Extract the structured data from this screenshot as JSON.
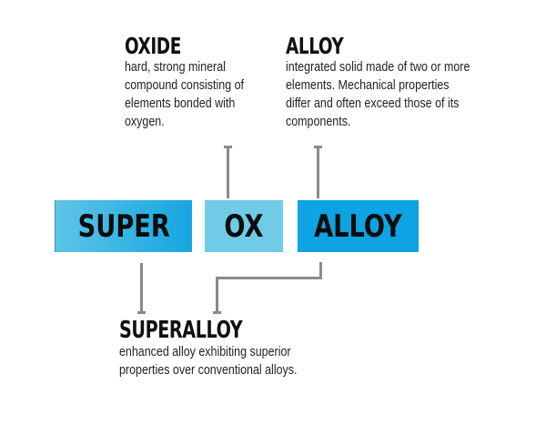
{
  "terms": {
    "oxide": {
      "title": "OXIDE",
      "lines": [
        "hard, strong mineral",
        "compound consisting of",
        "elements bonded with",
        "oxygen."
      ]
    },
    "alloy": {
      "title": "ALLOY",
      "lines": [
        "integrated solid made of two or more",
        "elements. Mechanical properties",
        "differ and often exceed those of its",
        "components."
      ]
    },
    "superalloy": {
      "title": "SUPERALLOY",
      "lines": [
        "enhanced alloy exhibiting superior",
        "properties over conventional alloys."
      ]
    }
  },
  "boxes": [
    {
      "label": "SUPER",
      "color_start": "#5ec4e6",
      "color_end": "#16a6e0"
    },
    {
      "label": "OX",
      "color": "#6fcbe6"
    },
    {
      "label": "ALLOY",
      "color": "#0ea3e2"
    }
  ],
  "connector_color": "#8a8a8a"
}
